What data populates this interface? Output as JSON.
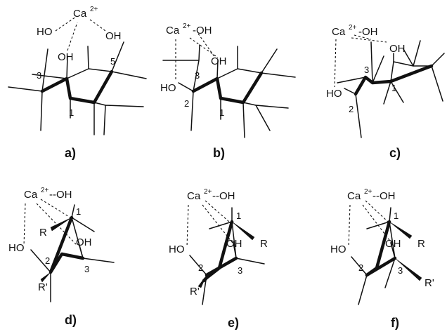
{
  "labels": {
    "ca": "Ca",
    "charge": "2+",
    "oh": "OH",
    "ho": "HO",
    "dash_oh": "-OH",
    "dashes_oh": "--OH",
    "r": "R",
    "r_prime": "R'"
  },
  "numbers": {
    "n1": "1",
    "n2": "2",
    "n3": "3",
    "n5": "5"
  },
  "captions": {
    "a": "a)",
    "b": "b)",
    "c": "c)",
    "d": "d)",
    "e": "e)",
    "f": "f)"
  }
}
